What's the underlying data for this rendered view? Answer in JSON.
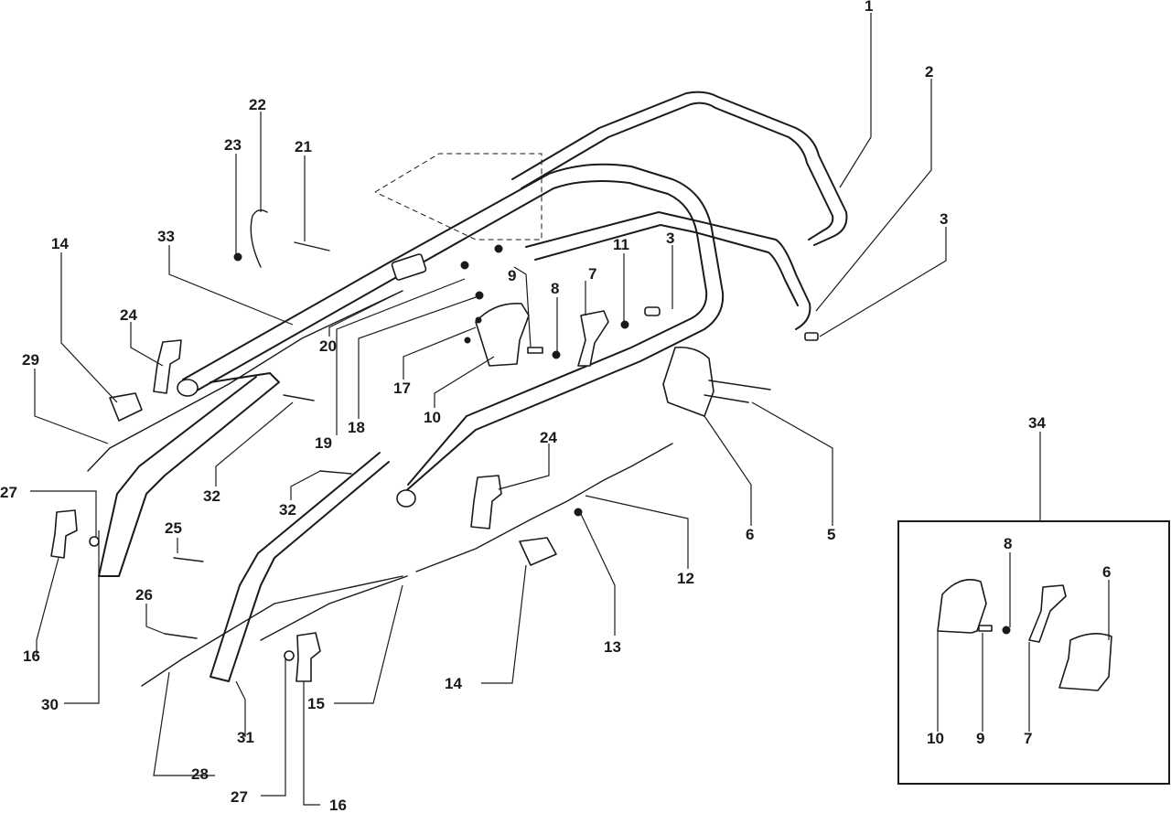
{
  "diagram": {
    "callouts": [
      {
        "id": "c1",
        "text": "1"
      },
      {
        "id": "c2",
        "text": "2"
      },
      {
        "id": "c3a",
        "text": "3"
      },
      {
        "id": "c3b",
        "text": "3"
      },
      {
        "id": "c5",
        "text": "5"
      },
      {
        "id": "c6",
        "text": "6"
      },
      {
        "id": "c7",
        "text": "7"
      },
      {
        "id": "c8",
        "text": "8"
      },
      {
        "id": "c9",
        "text": "9"
      },
      {
        "id": "c10",
        "text": "10"
      },
      {
        "id": "c11",
        "text": "11"
      },
      {
        "id": "c12",
        "text": "12"
      },
      {
        "id": "c13",
        "text": "13"
      },
      {
        "id": "c14a",
        "text": "14"
      },
      {
        "id": "c14b",
        "text": "14"
      },
      {
        "id": "c15",
        "text": "15"
      },
      {
        "id": "c16a",
        "text": "16"
      },
      {
        "id": "c16b",
        "text": "16"
      },
      {
        "id": "c17",
        "text": "17"
      },
      {
        "id": "c18",
        "text": "18"
      },
      {
        "id": "c19",
        "text": "19"
      },
      {
        "id": "c20",
        "text": "20"
      },
      {
        "id": "c21",
        "text": "21"
      },
      {
        "id": "c22",
        "text": "22"
      },
      {
        "id": "c23",
        "text": "23"
      },
      {
        "id": "c24a",
        "text": "24"
      },
      {
        "id": "c24b",
        "text": "24"
      },
      {
        "id": "c25",
        "text": "25"
      },
      {
        "id": "c26",
        "text": "26"
      },
      {
        "id": "c27a",
        "text": "27"
      },
      {
        "id": "c27b",
        "text": "27"
      },
      {
        "id": "c28",
        "text": "28"
      },
      {
        "id": "c29",
        "text": "29"
      },
      {
        "id": "c30",
        "text": "30"
      },
      {
        "id": "c31",
        "text": "31"
      },
      {
        "id": "c32a",
        "text": "32"
      },
      {
        "id": "c32b",
        "text": "32"
      },
      {
        "id": "c33",
        "text": "33"
      },
      {
        "id": "c34",
        "text": "34"
      }
    ],
    "inset": {
      "callouts": [
        {
          "id": "i8",
          "text": "8"
        },
        {
          "id": "i6",
          "text": "6"
        },
        {
          "id": "i10",
          "text": "10"
        },
        {
          "id": "i9",
          "text": "9"
        },
        {
          "id": "i7",
          "text": "7"
        }
      ]
    }
  }
}
